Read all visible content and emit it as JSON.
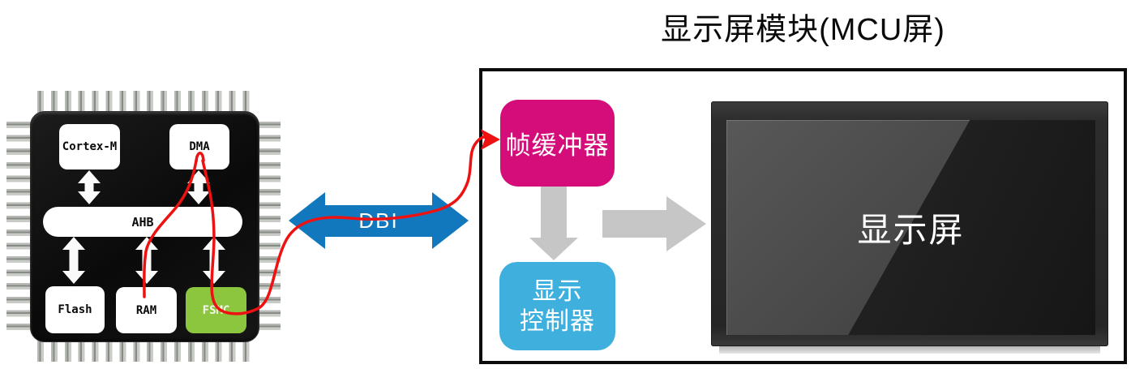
{
  "title": "显示屏模块(MCU屏)",
  "chip": {
    "blocks": {
      "cortex": "Cortex-M",
      "dma": "DMA",
      "ahb": "AHB",
      "flash": "Flash",
      "ram": "RAM",
      "fsmc": "FSMC"
    }
  },
  "bus": {
    "label": "DBI"
  },
  "module": {
    "frame_buffer": "帧缓冲器",
    "display_controller": [
      "显示",
      "控制器"
    ],
    "screen": "显示屏"
  },
  "colors": {
    "bus_arrow": "#1278be",
    "frame_buffer_box": "#d40d7a",
    "display_controller_box": "#3fafde",
    "fsmc_box": "#8cc63e",
    "data_path_line": "#ee1111",
    "flow_arrow": "#c6c6c6"
  }
}
